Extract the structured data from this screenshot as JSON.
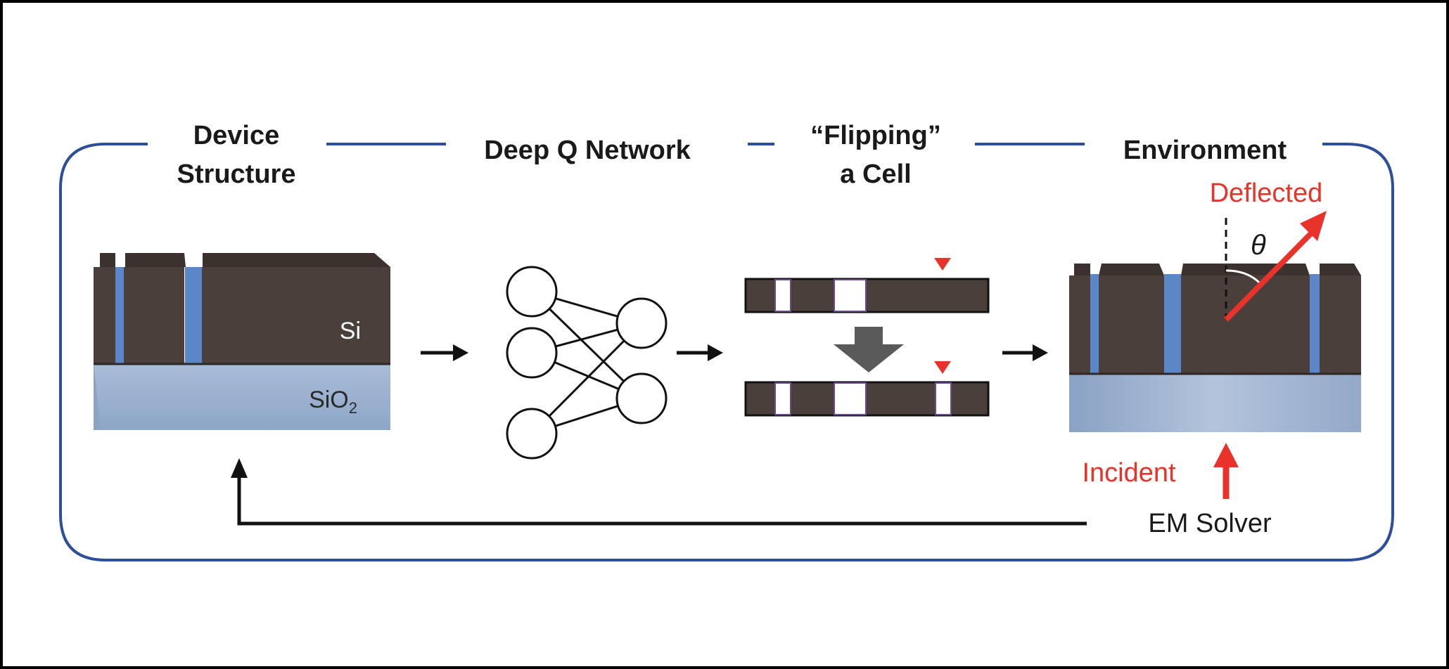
{
  "stage_titles": {
    "device_structure": [
      "Device",
      "Structure"
    ],
    "deep_q_network": "Deep Q Network",
    "flipping_cell": [
      "“Flipping”",
      "a Cell"
    ],
    "environment": "Environment"
  },
  "material_labels": {
    "si": "Si",
    "sio2_main": "SiO",
    "sio2_sub": "2"
  },
  "environment_labels": {
    "deflected": "Deflected",
    "angle": "θ",
    "incident": "Incident",
    "solver": "EM Solver"
  },
  "colors": {
    "frame": "#2d4f9a",
    "silicon": "#4a3f3b",
    "silicon_dark": "#2f2725",
    "oxide": "#9fb4d0",
    "gap": "#5b86c8",
    "accent_red": "#e8322a",
    "arrow_gray": "#5a5a5a",
    "text": "#1a1a1a"
  },
  "icons": {
    "stage_arrow": "right-arrow-icon",
    "flip_arrow": "down-arrow-icon",
    "cell_marker": "red-triangle-icon",
    "feedback_arrow": "up-arrow-icon"
  }
}
